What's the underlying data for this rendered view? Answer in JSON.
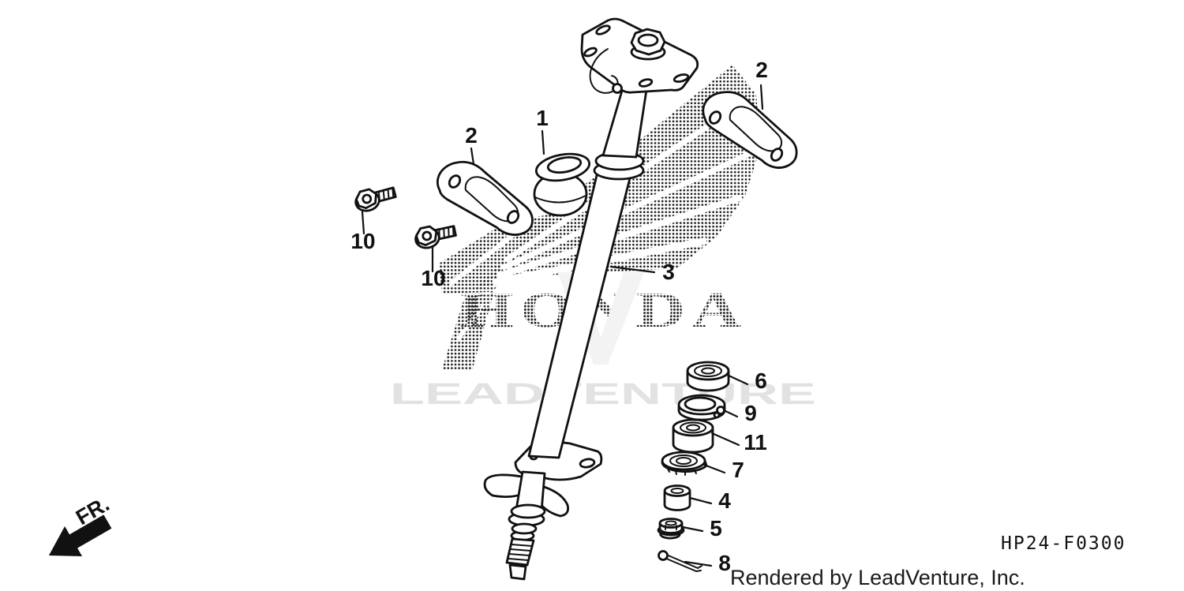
{
  "figure": {
    "code": "HP24-F0300",
    "credit": "Rendered by LeadVenture, Inc.",
    "front_label": "FR.",
    "brand_watermark": "HONDA",
    "vendor_watermark": "LEADVENTURE"
  },
  "callouts": [
    {
      "id": "callout-1",
      "label": "1"
    },
    {
      "id": "callout-2-left",
      "label": "2"
    },
    {
      "id": "callout-2-right",
      "label": "2"
    },
    {
      "id": "callout-3",
      "label": "3"
    },
    {
      "id": "callout-10-upper",
      "label": "10"
    },
    {
      "id": "callout-10-lower",
      "label": "10"
    },
    {
      "id": "callout-6",
      "label": "6"
    },
    {
      "id": "callout-9",
      "label": "9"
    },
    {
      "id": "callout-11",
      "label": "11"
    },
    {
      "id": "callout-7",
      "label": "7"
    },
    {
      "id": "callout-4",
      "label": "4"
    },
    {
      "id": "callout-5",
      "label": "5"
    },
    {
      "id": "callout-8",
      "label": "8"
    }
  ],
  "colors": {
    "ink": "#111111",
    "halftone": "#1a1a1a",
    "vendor_watermark_gray": "#e2e2e2",
    "background": "#ffffff"
  }
}
